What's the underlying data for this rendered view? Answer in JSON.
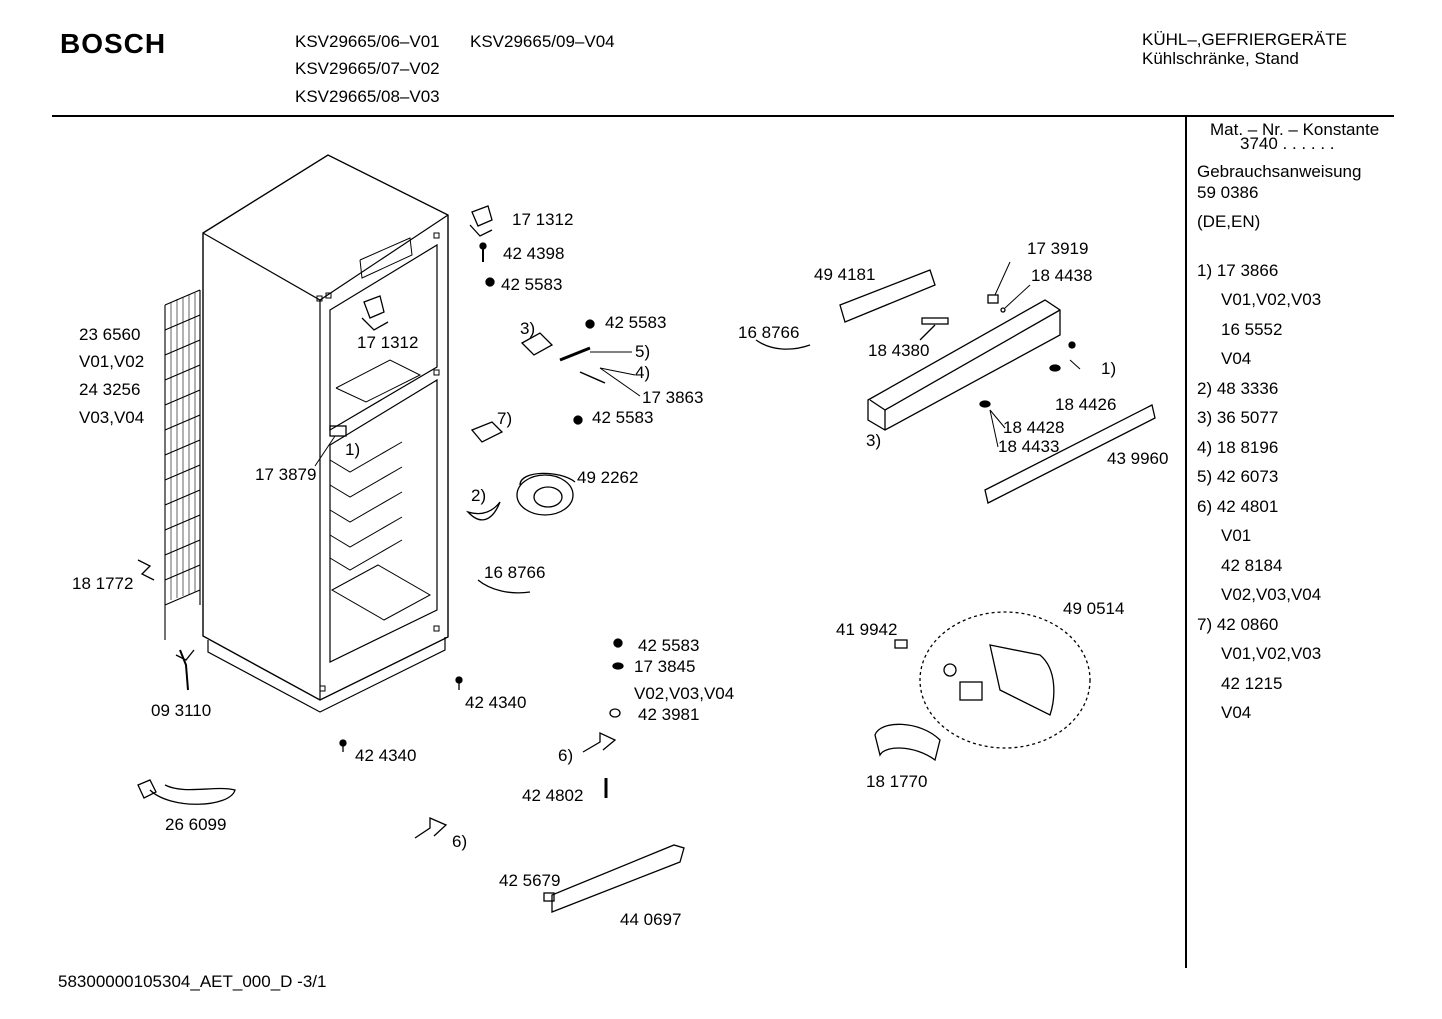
{
  "header": {
    "brand": "BOSCH",
    "models": [
      "KSV29665/06–V01",
      "KSV29665/09–V04",
      "KSV29665/07–V02",
      "KSV29665/08–V03"
    ],
    "category_line1": "KÜHL–,GEFRIERGERÄTE",
    "category_line2": "Kühlschränke, Stand"
  },
  "sidebar": {
    "mat_label": "Mat. – Nr. – Konstante",
    "mat_value": "3740 . .   . . . .",
    "manual_title": "Gebrauchsanweisung",
    "manual_number": "59 0386",
    "manual_lang": "(DE,EN)",
    "notes": [
      "1) 17 3866",
      "V01,V02,V03",
      "16 5552",
      "V04",
      "2) 48 3336",
      "3) 36 5077",
      "4) 18 8196",
      "5) 42 6073",
      "6) 42 4801",
      "V01",
      "42 8184",
      "V02,V03,V04",
      "7) 42 0860",
      "V01,V02,V03",
      "42 1215",
      "V04"
    ]
  },
  "labels": {
    "p171312a": "17 1312",
    "p424398": "42 4398",
    "p425583a": "42 5583",
    "p236560": "23 6560",
    "v0102": "V01,V02",
    "p243256": "24 3256",
    "v0304": "V03,V04",
    "p171312b": "17 1312",
    "c3a": "3)",
    "p425583b": "42 5583",
    "c5": "5)",
    "c4": "4)",
    "p173863": "17 3863",
    "p425583c": "42 5583",
    "c7": "7)",
    "c1a": "1)",
    "p173879": "17 3879",
    "p492262": "49 2262",
    "c2": "2)",
    "p168766a": "16 8766",
    "p181772": "18 1772",
    "p093110": "09 3110",
    "p424340a": "42 4340",
    "p424340b": "42 4340",
    "p425583d": "42 5583",
    "p173845": "17 3845",
    "v020304": "V02,V03,V04",
    "p423981": "42 3981",
    "c6a": "6)",
    "p424802": "42 4802",
    "p266099": "26 6099",
    "c6b": "6)",
    "p425679": "42 5679",
    "p440697": "44 0697",
    "p494181": "49 4181",
    "p173919": "17 3919",
    "p184438": "18 4438",
    "p168766b": "16 8766",
    "p184380": "18 4380",
    "c1b": "1)",
    "p184426": "18 4426",
    "c3b": "3)",
    "p184428": "18 4428",
    "p184433": "18 4433",
    "p439960": "43 9960",
    "p490514": "49 0514",
    "p419942": "41 9942",
    "p181770": "18 1770"
  },
  "footer": {
    "doc_id": "58300000105304_AET_000_D   -3/1"
  }
}
